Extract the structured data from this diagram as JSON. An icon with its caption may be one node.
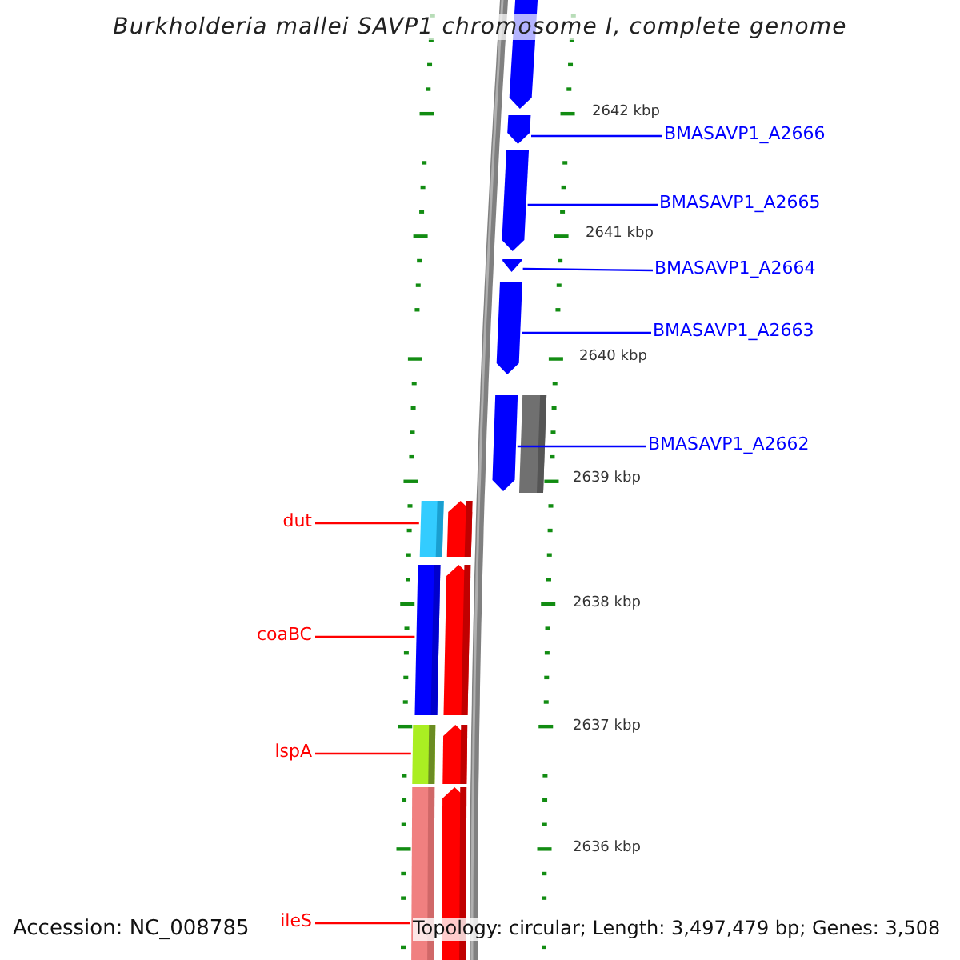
{
  "diagram": {
    "title": "Burkholderia mallei SAVP1 chromosome I, complete genome",
    "nodes": [
      {
        "text": [
          "BMASAVP1_A2666"
        ]
      },
      {
        "text": [
          "BMASAVP1_A2665"
        ]
      },
      {
        "text": [
          "BMASAVP1_A2664"
        ]
      },
      {
        "text": [
          "BMASAVP1_A2663"
        ]
      },
      {
        "text": [
          "BMASAVP1_A2662"
        ]
      },
      {
        "text": [
          "dut"
        ]
      },
      {
        "text": [
          "coaBC"
        ]
      },
      {
        "text": [
          "lspA"
        ]
      },
      {
        "text": [
          "ileS"
        ]
      },
      {
        "text": [],
        "shape": "arrow"
      },
      {
        "text": [],
        "shape": "arrow"
      },
      {
        "text": [],
        "shape": "arrow"
      },
      {
        "text": [],
        "shape": "arrow"
      },
      {
        "text": [],
        "shape": "arrow"
      },
      {
        "text": [],
        "shape": "bar"
      },
      {
        "text": [],
        "shape": "bar"
      },
      {
        "text": [],
        "shape": "bar"
      },
      {
        "text": [],
        "shape": "bar"
      }
    ],
    "edges": [
      {
        "from": 0,
        "to": 9,
        "arrow": "none"
      },
      {
        "from": 1,
        "to": 10,
        "arrow": "none"
      },
      {
        "from": 2,
        "to": 11,
        "arrow": "none"
      },
      {
        "from": 3,
        "to": 12,
        "arrow": "none"
      },
      {
        "from": 4,
        "to": 13,
        "arrow": "none"
      },
      {
        "from": 5,
        "to": 14,
        "arrow": "none",
        "color": "#ff0000"
      },
      {
        "from": 6,
        "to": 15,
        "arrow": "none",
        "color": "#ff0000"
      },
      {
        "from": 7,
        "to": 16,
        "arrow": "none",
        "color": "#ff0000"
      },
      {
        "from": 8,
        "to": 17,
        "arrow": "none",
        "color": "#ff0000"
      }
    ],
    "labels": [
      "2642 kbp",
      "2641 kbp",
      "2640 kbp",
      "2639 kbp",
      "2638 kbp",
      "2637 kbp",
      "2636 kbp",
      "Accession: NC_008785",
      "Topology: circular; Length: 3,497,479 bp; Genes: 3,508"
    ]
  }
}
